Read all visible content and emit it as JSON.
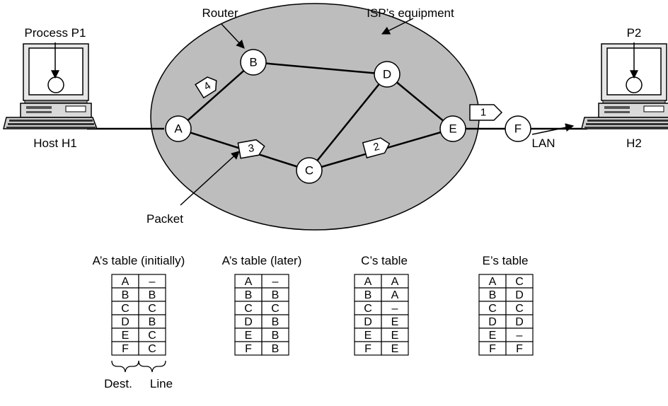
{
  "labels": {
    "router": "Router",
    "isp": "ISP’s equipment",
    "process_p1": "Process P1",
    "p2": "P2",
    "host_h1": "Host H1",
    "h2": "H2",
    "lan": "LAN",
    "packet": "Packet",
    "dest": "Dest.",
    "line": "Line"
  },
  "nodes": {
    "A": "A",
    "B": "B",
    "C": "C",
    "D": "D",
    "E": "E",
    "F": "F"
  },
  "packets": {
    "p1": "1",
    "p2": "2",
    "p3": "3",
    "p4": "4"
  },
  "tables": [
    {
      "title": "A’s table (initially)",
      "rows": [
        [
          "A",
          "–"
        ],
        [
          "B",
          "B"
        ],
        [
          "C",
          "C"
        ],
        [
          "D",
          "B"
        ],
        [
          "E",
          "C"
        ],
        [
          "F",
          "C"
        ]
      ]
    },
    {
      "title": "A’s table (later)",
      "rows": [
        [
          "A",
          "–"
        ],
        [
          "B",
          "B"
        ],
        [
          "C",
          "C"
        ],
        [
          "D",
          "B"
        ],
        [
          "E",
          "B"
        ],
        [
          "F",
          "B"
        ]
      ]
    },
    {
      "title": "C’s table",
      "rows": [
        [
          "A",
          "A"
        ],
        [
          "B",
          "A"
        ],
        [
          "C",
          "–"
        ],
        [
          "D",
          "E"
        ],
        [
          "E",
          "E"
        ],
        [
          "F",
          "E"
        ]
      ]
    },
    {
      "title": "E’s table",
      "rows": [
        [
          "A",
          "C"
        ],
        [
          "B",
          "D"
        ],
        [
          "C",
          "C"
        ],
        [
          "D",
          "D"
        ],
        [
          "E",
          "–"
        ],
        [
          "F",
          "F"
        ]
      ]
    }
  ],
  "colors": {
    "cloud": "#bdbdbd",
    "stroke": "#000000",
    "node_fill": "#ffffff"
  }
}
